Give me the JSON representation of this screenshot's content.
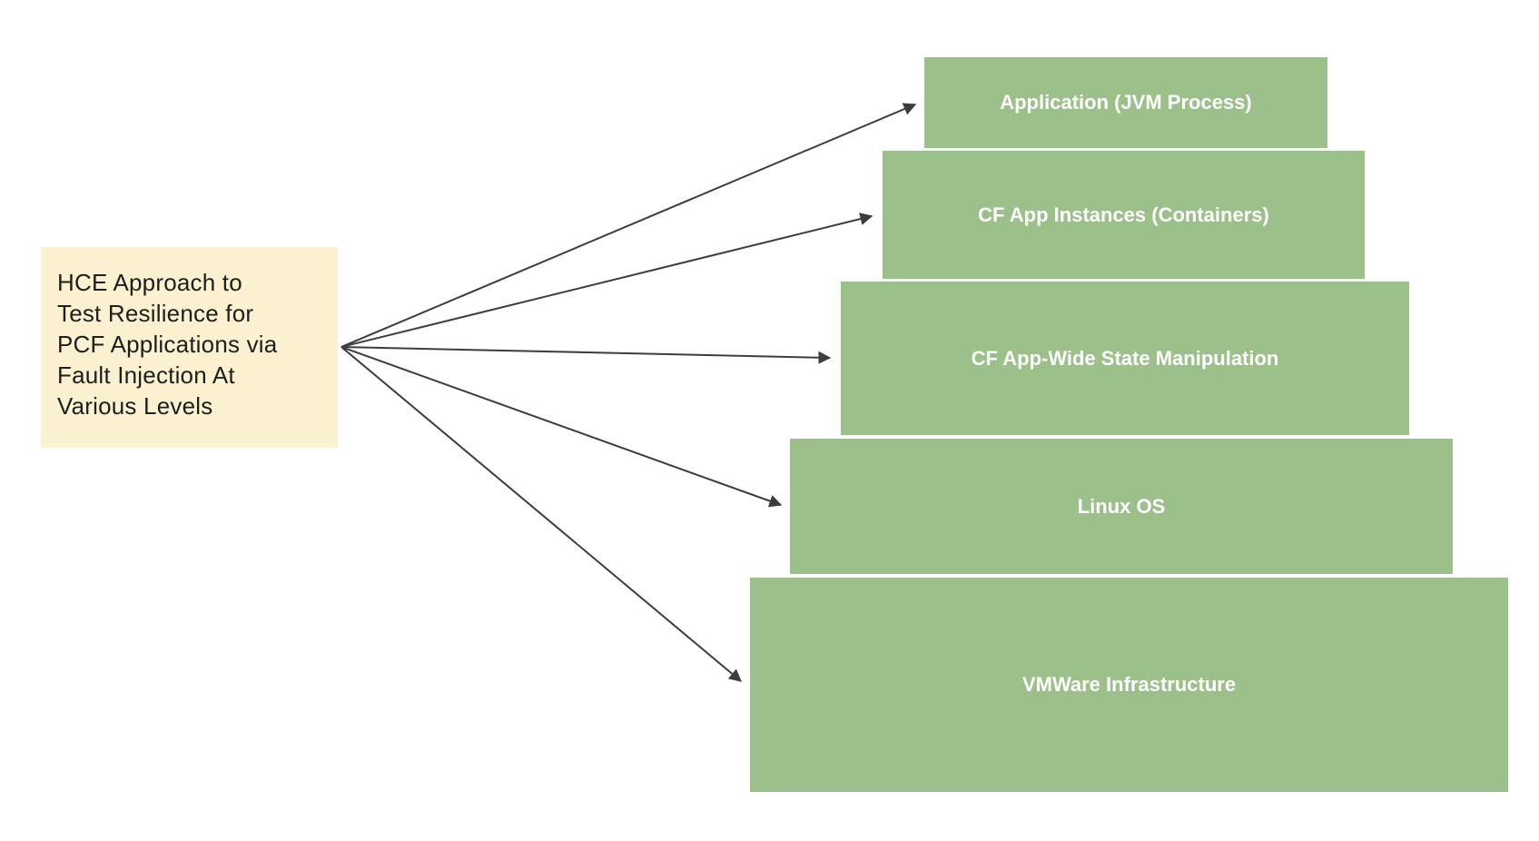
{
  "canvas": {
    "background": "#FFFFFF"
  },
  "source_box": {
    "text": "HCE Approach to Test Resilience for PCF Applications via Fault Injection At Various Levels",
    "lines": [
      "HCE Approach to",
      "Test Resilience for",
      "PCF Applications via",
      "Fault Injection At",
      "Various Levels"
    ],
    "fill": "#FBF0D0",
    "text_color": "#1E1E1E"
  },
  "levels": [
    {
      "id": "application",
      "label": "Application (JVM Process)"
    },
    {
      "id": "cf-app-instances",
      "label": "CF App Instances (Containers)"
    },
    {
      "id": "cf-app-wide-state",
      "label": "CF App-Wide State Manipulation"
    },
    {
      "id": "linux-os",
      "label": "Linux OS"
    },
    {
      "id": "vmware-infrastructure",
      "label": "VMWare Infrastructure"
    }
  ],
  "styles": {
    "level_fill": "#9CC08A",
    "level_text_color": "#FFFFFF",
    "arrow_color": "#3D3D3D"
  }
}
